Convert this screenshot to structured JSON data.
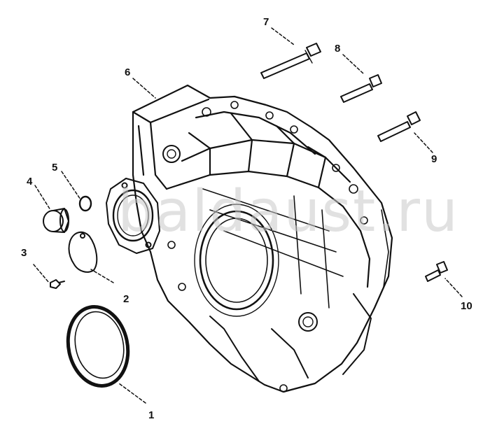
{
  "diagram": {
    "watermark": "baldaust.ru",
    "callouts": [
      {
        "id": "1",
        "part": "rear-seal-ring"
      },
      {
        "id": "2",
        "part": "gasket"
      },
      {
        "id": "3",
        "part": "small-screw"
      },
      {
        "id": "4",
        "part": "plug"
      },
      {
        "id": "5",
        "part": "o-ring"
      },
      {
        "id": "6",
        "part": "flywheel-housing"
      },
      {
        "id": "7",
        "part": "long-bolt"
      },
      {
        "id": "8",
        "part": "bolt"
      },
      {
        "id": "9",
        "part": "bolt"
      },
      {
        "id": "10",
        "part": "short-bolt"
      }
    ],
    "colors": {
      "ink": "#111111",
      "background": "#ffffff",
      "watermark": "#c9c9c9"
    }
  }
}
